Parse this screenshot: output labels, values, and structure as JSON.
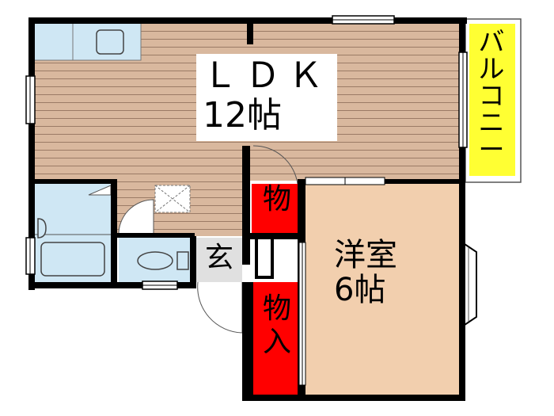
{
  "rooms": {
    "ldk": {
      "name": "ＬＤＫ",
      "size": "12帖"
    },
    "western": {
      "name": "洋室",
      "size": "6帖"
    },
    "balcony": {
      "name": "バルコニー"
    },
    "storage_upper": {
      "name": "物"
    },
    "storage_lower": {
      "name": "物入"
    },
    "entrance": {
      "name": "玄"
    }
  },
  "colors": {
    "ldk_floor": "#d9b89e",
    "ldk_stripe": "#9b7b66",
    "western_floor": "#f2cfae",
    "wet_area": "#cfe7f4",
    "balcony": "#ffff33",
    "storage": "#ff0000",
    "entrance": "#e0e0e0",
    "wall": "#000000"
  }
}
